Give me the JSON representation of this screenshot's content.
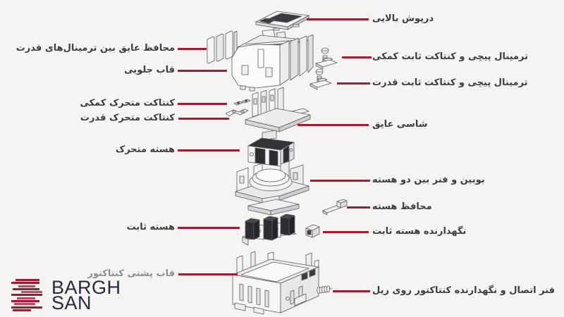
{
  "page": {
    "background_color": "#f5f4f3",
    "accent_color": "#a11d33",
    "label_color": "#3d3d3f",
    "muted_label_color": "#8d8d90"
  },
  "brand": {
    "name_top": "BARGH",
    "name_bottom": "SAN",
    "text_color": "#262a3b",
    "bar_color_primary": "#9e1b30",
    "bar_color_secondary": "#bf4a60"
  },
  "diagram": {
    "subject": "contactor-exploded-view",
    "labels_left": [
      {
        "id": "insulation-guard",
        "text": "محافظ عایق بین ترمینال‌های قدرت"
      },
      {
        "id": "front-frame",
        "text": "قاب جلویی"
      },
      {
        "id": "aux-moving-contact",
        "text": "کنتاکت متحرک کمکی"
      },
      {
        "id": "power-moving-contact",
        "text": "کنتاکت متحرک قدرت"
      },
      {
        "id": "moving-core",
        "text": "هسته متحرک"
      },
      {
        "id": "fixed-core",
        "text": "هسته ثابت"
      },
      {
        "id": "back-frame",
        "text": "قاب پشتی کنتاکتور",
        "muted": true
      }
    ],
    "labels_right": [
      {
        "id": "top-cover",
        "text": "درپوش بالایی"
      },
      {
        "id": "aux-terminal",
        "text": "ترمینال پیچی و کنتاکت ثابت کمکی"
      },
      {
        "id": "power-terminal",
        "text": "ترمینال پیچی و کنتاکت ثابت قدرت"
      },
      {
        "id": "insulating-chassis",
        "text": "شاسی عایق"
      },
      {
        "id": "coil-and-spring",
        "text": "بوبین و فنر بین دو هسته"
      },
      {
        "id": "core-guard",
        "text": "محافظ هسته"
      },
      {
        "id": "fixed-core-holder",
        "text": "نگهدارنده هسته ثابت"
      },
      {
        "id": "rail-spring",
        "text": "فنر اتصال و نگهدارنده کنتاکتور روی ریل"
      }
    ]
  }
}
